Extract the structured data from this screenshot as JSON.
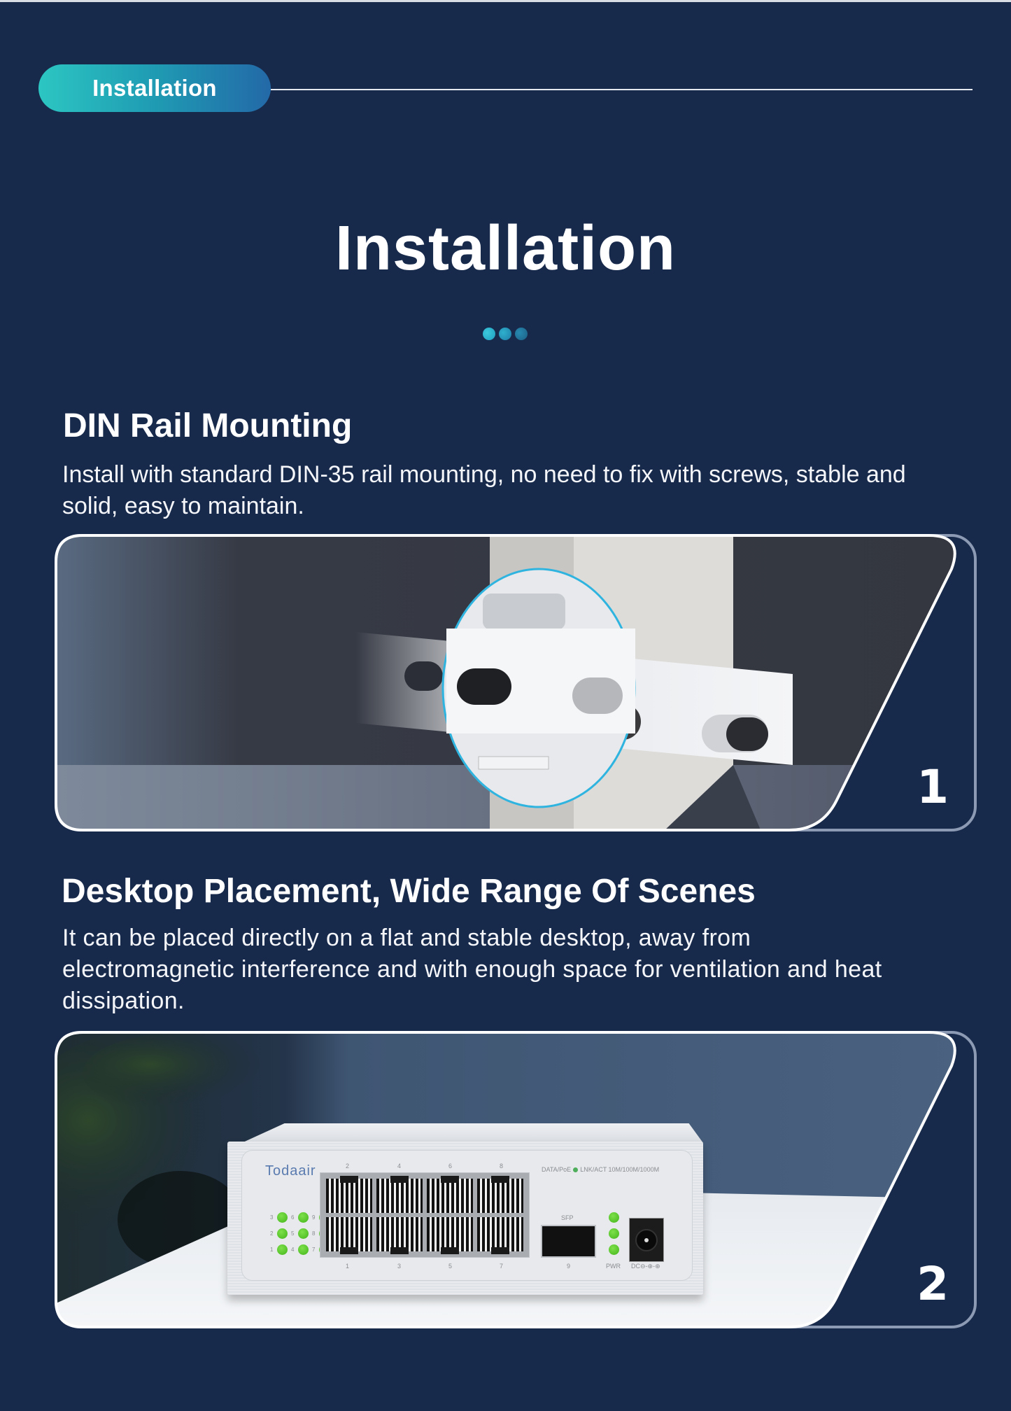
{
  "section_pill": {
    "label": "Installation"
  },
  "page_title": "Installation",
  "colors": {
    "background": "#182a4b",
    "pill_gradient_start": "#2cc6c2",
    "pill_gradient_end": "#2369a8",
    "dots": [
      "#2db7cf",
      "#238fb4",
      "#1f6f93"
    ],
    "led_green": "#5cc933",
    "highlight_circle": "#2fb4e0"
  },
  "sections": [
    {
      "number": "1",
      "heading": "DIN Rail Mounting",
      "description": "Install with standard DIN-35 rail mounting, no need to fix with screws, stable and solid, easy to maintain.",
      "image_alt": "DIN rail clip mounted on rail with magnified circle"
    },
    {
      "number": "2",
      "heading": "Desktop Placement, Wide Range Of Scenes",
      "description": "It can be placed directly on a flat and stable desktop, away from electromagnetic interference and with enough space for ventilation and heat dissipation.",
      "image_alt": "Switch placed on desk"
    }
  ],
  "device": {
    "brand": "Todaair",
    "top_port_numbers": [
      "2",
      "4",
      "6",
      "8"
    ],
    "bottom_port_numbers": [
      "1",
      "3",
      "5",
      "7"
    ],
    "led_rows": [
      [
        "3",
        "6",
        "9"
      ],
      [
        "2",
        "5",
        "8"
      ],
      [
        "1",
        "4",
        "7"
      ]
    ],
    "info_label_left": "DATA/PoE",
    "info_label_right": "LNK/ACT 10M/100M/1000M",
    "sfp_label": "SFP",
    "sfp_port_number": "9",
    "pwr_label": "PWR",
    "dc_label": "DC⊖-⊕-⊕"
  }
}
